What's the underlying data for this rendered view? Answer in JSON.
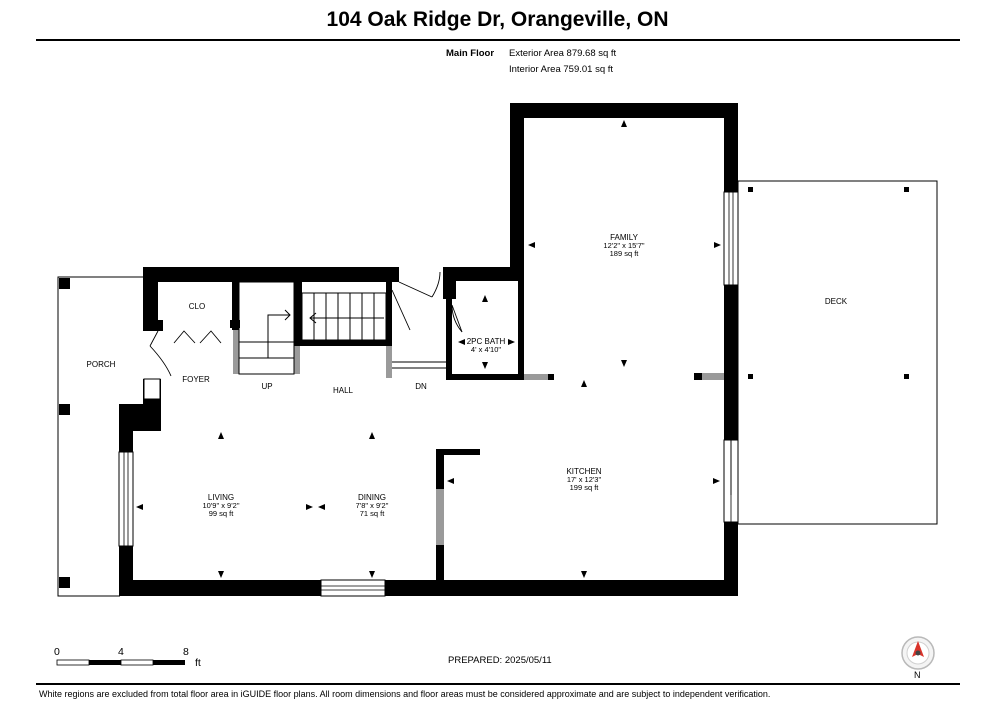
{
  "title": "104 Oak Ridge Dr, Orangeville, ON",
  "floor": {
    "name": "Main Floor",
    "exterior_area": "Exterior Area 879.68 sq ft",
    "interior_area": "Interior Area 759.01 sq ft"
  },
  "rooms": {
    "family": {
      "name": "FAMILY",
      "dims": "12'2\" x 15'7\"",
      "area": "189 sq ft"
    },
    "bath": {
      "name": "2PC BATH",
      "dims": "4' x 4'10\""
    },
    "kitchen": {
      "name": "KITCHEN",
      "dims": "17' x 12'3\"",
      "area": "199 sq ft"
    },
    "living": {
      "name": "LIVING",
      "dims": "10'9\" x 9'2\"",
      "area": "99 sq ft"
    },
    "dining": {
      "name": "DINING",
      "dims": "7'8\" x 9'2\"",
      "area": "71 sq ft"
    },
    "clo": "CLO",
    "porch": "PORCH",
    "foyer": "FOYER",
    "up": "UP",
    "hall": "HALL",
    "dn": "DN",
    "deck": "DECK"
  },
  "scale": {
    "n0": "0",
    "n4": "4",
    "n8": "8",
    "unit": "ft"
  },
  "prepared": "PREPARED: 2025/05/11",
  "compass": {
    "label": "N",
    "icon": "compass-icon"
  },
  "disclaimer": "White regions are excluded from total floor area in iGUIDE floor plans. All room dimensions and floor areas must be considered approximate and are subject to independent verification.",
  "colors": {
    "wall": "#000000",
    "window": "#9a9a9a",
    "compass": "#d9342b"
  }
}
